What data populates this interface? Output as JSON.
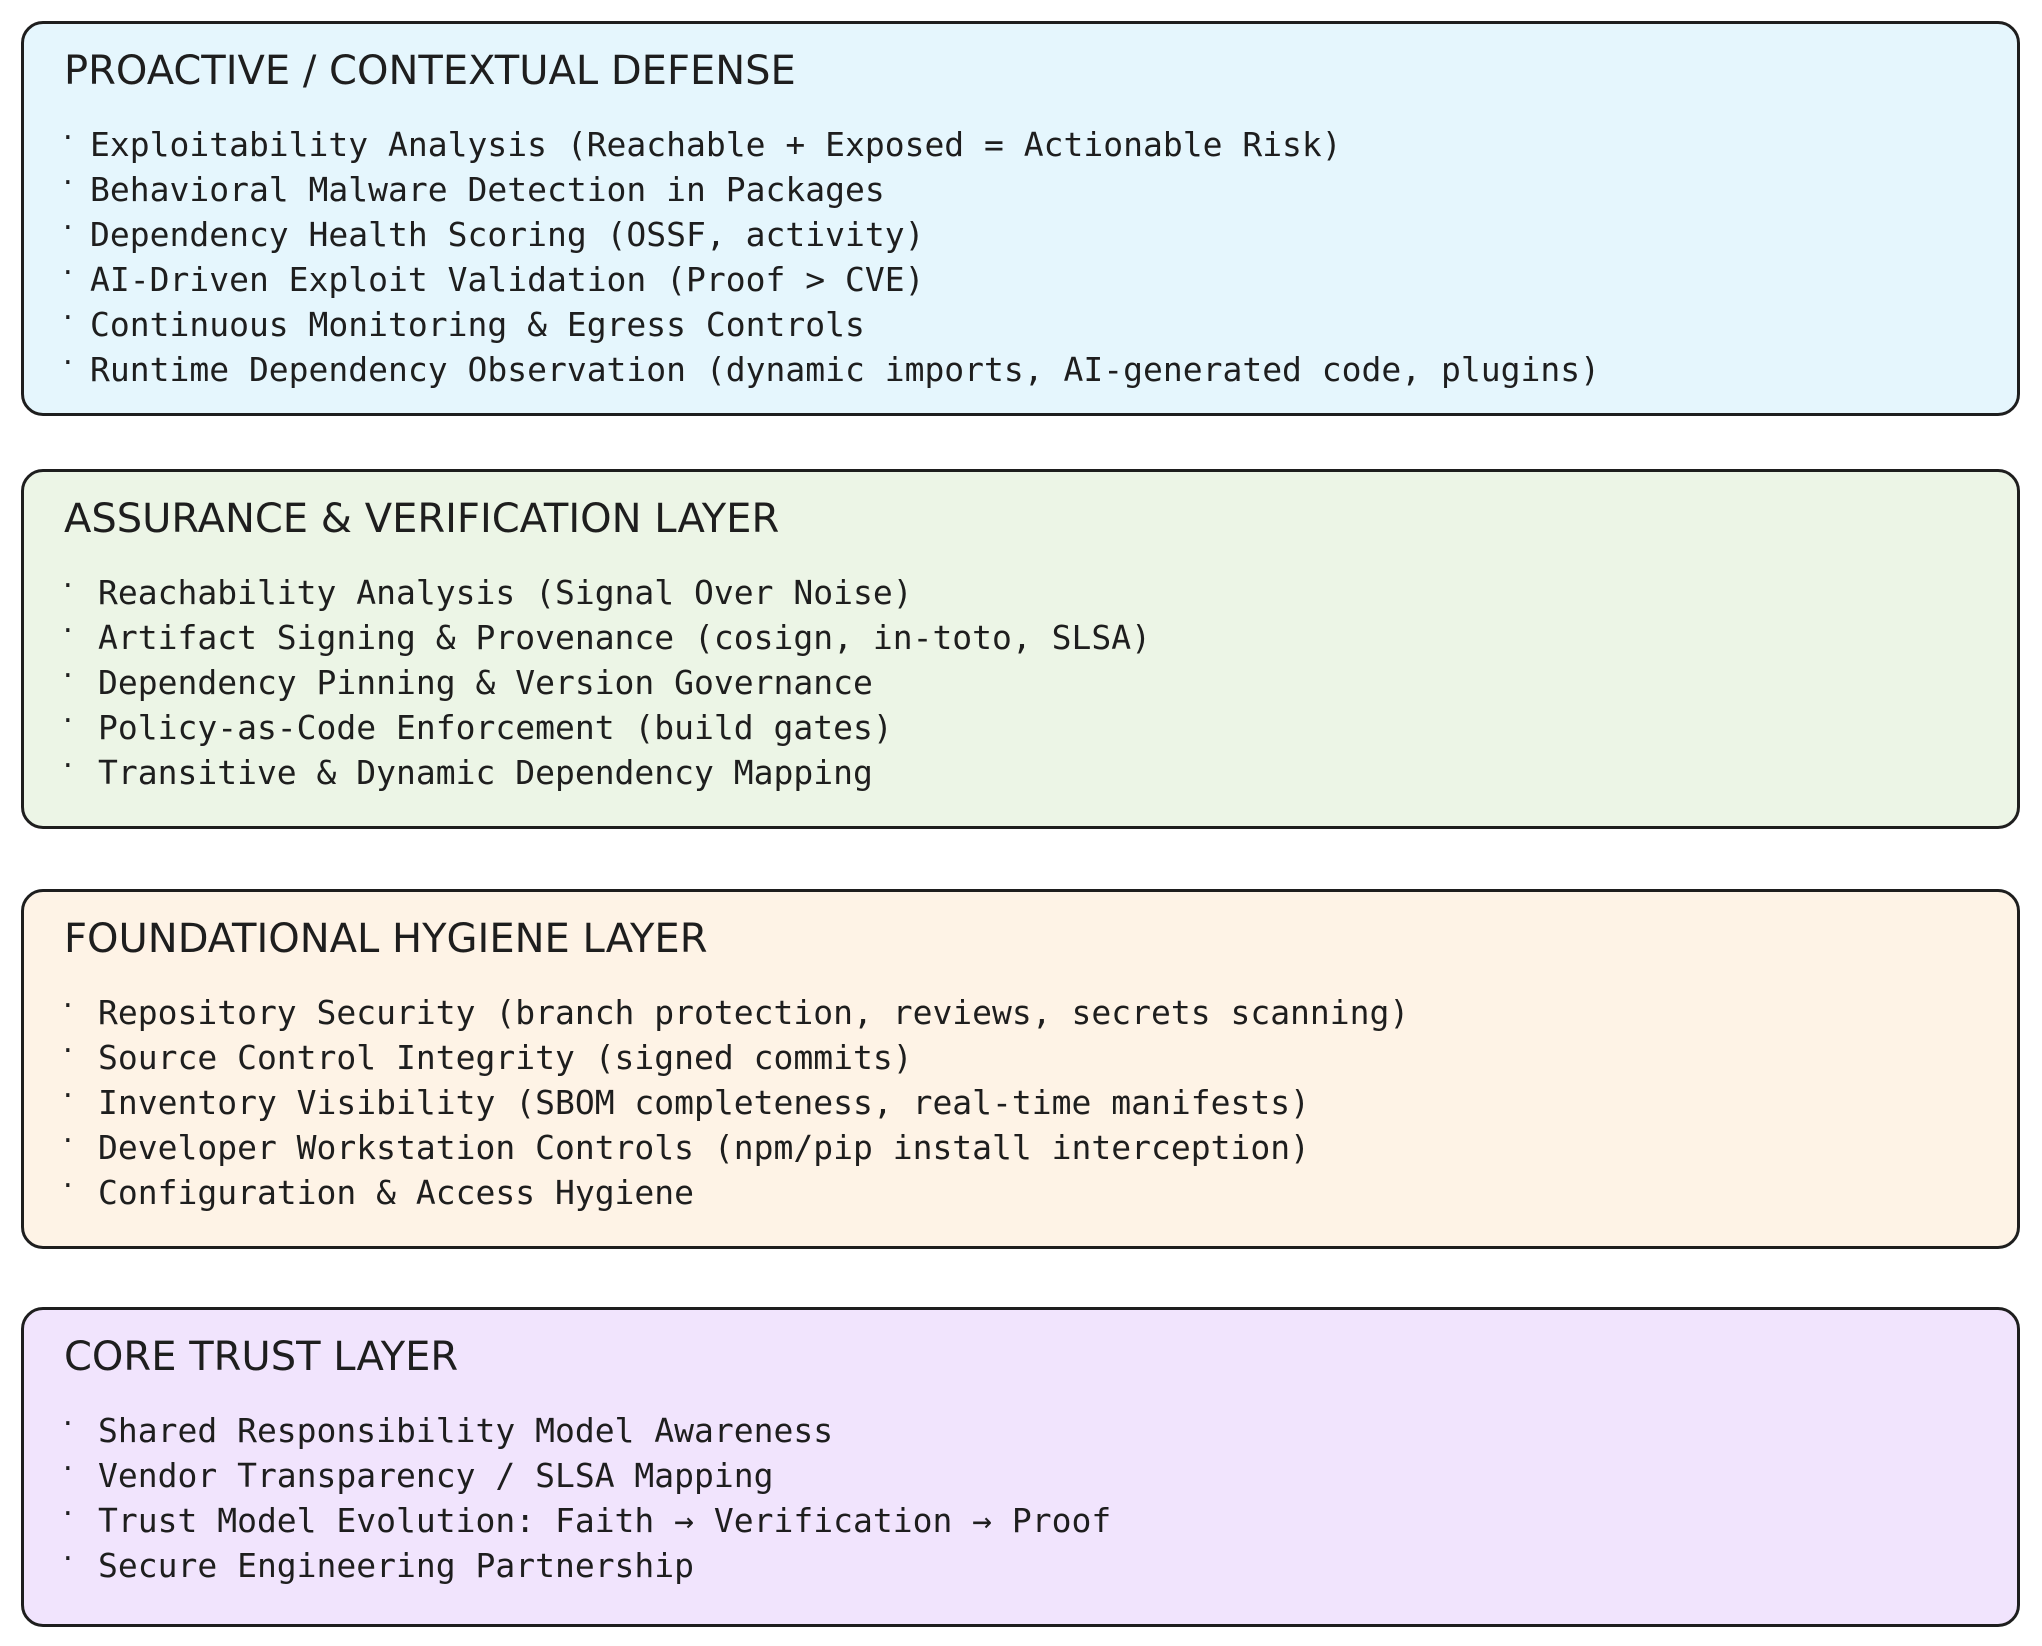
{
  "layers": [
    {
      "title": "PROACTIVE / CONTEXTUAL DEFENSE",
      "background": "#e5f6fd",
      "bullet": "·",
      "items": [
        "Exploitability Analysis (Reachable + Exposed = Actionable Risk)",
        "Behavioral Malware Detection in Packages",
        "Dependency Health Scoring (OSSF, activity)",
        "AI-Driven Exploit Validation (Proof > CVE)",
        "Continuous Monitoring & Egress Controls",
        "Runtime Dependency Observation (dynamic imports, AI-generated code, plugins)"
      ]
    },
    {
      "title": "ASSURANCE & VERIFICATION LAYER",
      "background": "#ecf5e6",
      "bullet": "·",
      "items": [
        "Reachability Analysis (Signal Over Noise)",
        "Artifact Signing & Provenance (cosign, in-toto, SLSA)",
        "Dependency Pinning & Version Governance",
        "Policy-as-Code Enforcement (build gates)",
        "Transitive & Dynamic Dependency Mapping"
      ]
    },
    {
      "title": "FOUNDATIONAL HYGIENE LAYER",
      "background": "#fef3e6",
      "bullet": "·",
      "items": [
        "Repository Security (branch protection, reviews, secrets scanning)",
        "Source Control Integrity (signed commits)",
        "Inventory Visibility (SBOM completeness, real-time manifests)",
        "Developer Workstation Controls (npm/pip install interception)",
        "Configuration & Access Hygiene"
      ]
    },
    {
      "title": "CORE TRUST LAYER",
      "background": "#f1e4fd",
      "bullet": "·",
      "items": [
        "Shared Responsibility Model Awareness",
        "Vendor Transparency / SLSA Mapping",
        "Trust Model Evolution: Faith → Verification → Proof",
        "Secure Engineering Partnership"
      ]
    }
  ]
}
